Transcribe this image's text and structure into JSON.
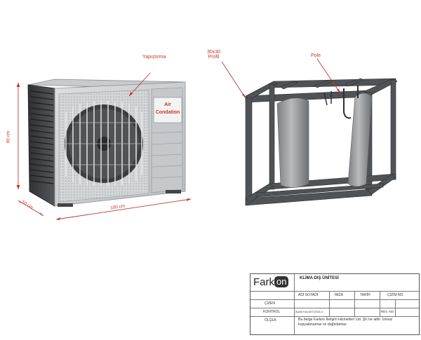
{
  "labels": {
    "sticker": "Yapıştırma",
    "unit_sticker_line1": "Air",
    "unit_sticker_line2": "Condation",
    "profile_line1": "30x30",
    "profile_line2": "Profil",
    "pole": "Pole"
  },
  "dimensions": {
    "height": "90 cm",
    "depth": "50 cm",
    "width": "100 cm"
  },
  "title_block": {
    "logo_text": "Fark",
    "logo_badge": "on",
    "title": "KLİMA DIŞ ÜNİTESİ",
    "headers": [
      "ADI SOYADI",
      "İMZA",
      "TARİH",
      "ÇİZİM NO"
    ],
    "rows": [
      "ÇİZEN",
      "KONTROL",
      "ÖLÇEK"
    ],
    "kontrol_name": "Aydın KALAYCIOGLU",
    "rev_no": "REV. NO",
    "notice": "Bu belge Farkon İletişim Hizmetleri Ltd. Şti.'ne aittir. İzinsiz kopyalanamaz ve dağıtılamaz."
  },
  "colors": {
    "annotation": "#c0392b",
    "unit_body": "#cfd2d3",
    "frame_steel": "#4a4d50"
  }
}
